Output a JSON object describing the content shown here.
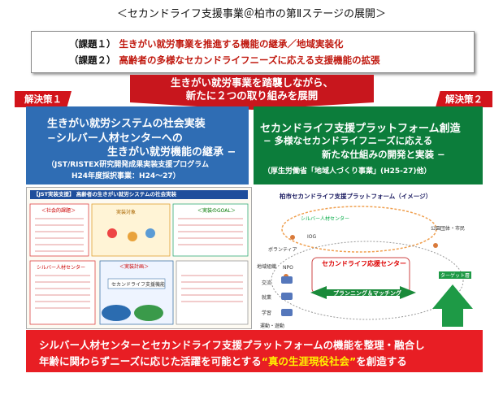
{
  "title": "＜セカンドライフ支援事業＠柏市の第Ⅱステージの展開＞",
  "issues": [
    {
      "label": "（課題１）",
      "text": "生きがい就労事業を推進する機能の継承／地域実装化"
    },
    {
      "label": "（課題２）",
      "text": "高齢者の多様なセカンドライフニーズに応える支援機能の拡張"
    }
  ],
  "banner": {
    "line1": "生きがい就労事業を踏襲しながら、",
    "line2": "新たに２つの取り組みを展開"
  },
  "solution1": {
    "tag": "解決策１",
    "line1": "生きがい就労システムの社会実装",
    "line2": "−シルバー人材センターへの",
    "line3": "生きがい就労機能の継承 −",
    "line4": "（JST/RISTEX研究開発成果実装支援プログラム",
    "line5": "H24年度採択事業：H24〜27）"
  },
  "solution2": {
    "tag": "解決策２",
    "line1": "セカンドライフ支援プラットフォーム創造",
    "line2": "− 多様なセカンドライフニーズに応える",
    "line3": "新たな仕組みの開発と実装 −",
    "line4": "（厚生労働省「地域人づくり事業」(H25-27)他）"
  },
  "left_figure": {
    "header": "【JST実装支援】 高齢者の生きがい就労システムの社会実装",
    "sec_bg": "＜社会的課題＞",
    "sec_goal": "＜実装のGOAL＞",
    "sec_plan": "＜実装計画＞",
    "center_label": "実装対象",
    "silver": "シルバー人材センター",
    "support": "セカンドライフ支援機能"
  },
  "right_figure": {
    "header": "柏市セカンドライフ支援プラットフォーム（イメージ）",
    "center": "セカンドライフ応援センター",
    "matching": "プランニング＆マッチング",
    "silver": "シルバー人材センター",
    "nodes": [
      "IOG",
      "NPO",
      "交流",
      "就業",
      "学習",
      "ボランティア",
      "地域組織",
      "運動・遊動",
      "公園団体・市民",
      "ターゲット層"
    ]
  },
  "bottom": {
    "line1": "シルバー人材センターとセカンドライフ支援プラットフォームの機能を整理・融合し",
    "line2_pre": "年齢に関わらずニーズに応じた活躍を可能とする",
    "line2_hl": "“真の生涯現役社会”",
    "line2_post": "を創造する"
  },
  "colors": {
    "red": "#c8161d",
    "blue": "#2f6db4",
    "green": "#0c7d3b",
    "bottom_red": "#e81e24",
    "highlight": "#fff200"
  }
}
